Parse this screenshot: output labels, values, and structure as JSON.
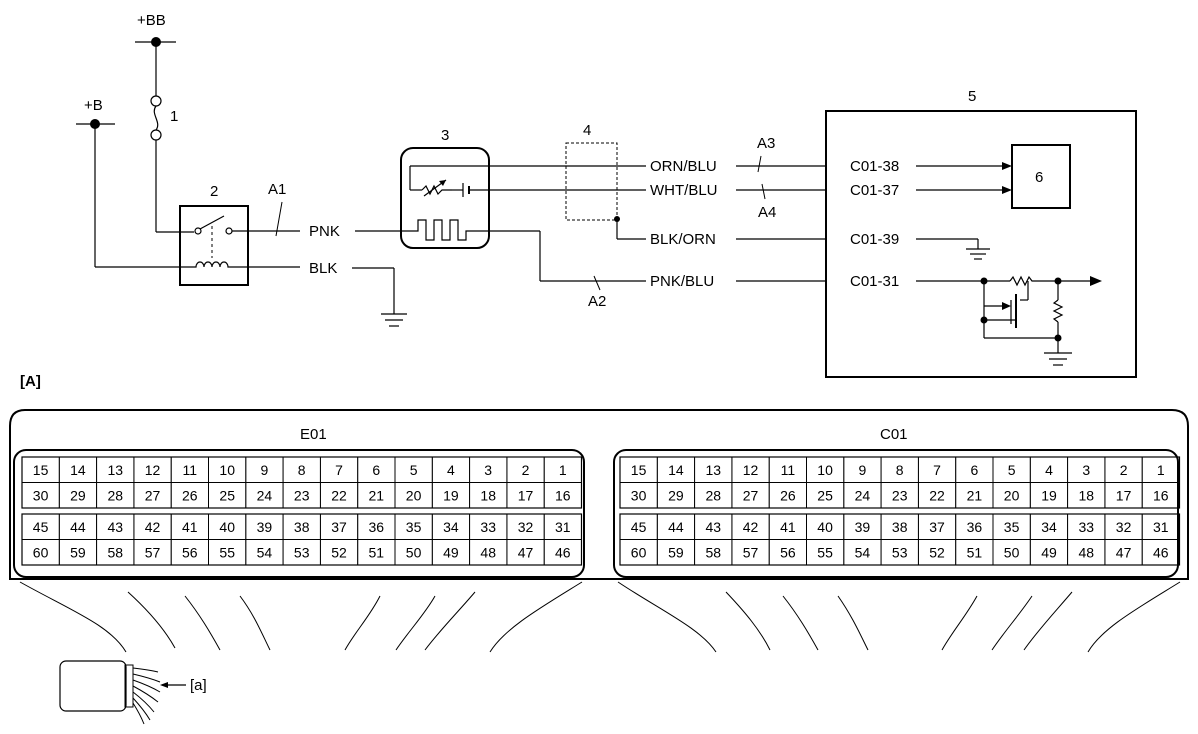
{
  "diagram": {
    "power": {
      "bb": "+BB",
      "b": "+B"
    },
    "components": {
      "fuse": "1",
      "relay": "2",
      "sensor": "3",
      "shield": "4",
      "ecu": "5",
      "ecu_block": "6"
    },
    "wires": {
      "pnk": "PNK",
      "blk": "BLK",
      "orn_blu": "ORN/BLU",
      "wht_blu": "WHT/BLU",
      "blk_orn": "BLK/ORN",
      "pnk_blu": "PNK/BLU"
    },
    "markers": {
      "a1": "A1",
      "a2": "A2",
      "a3": "A3",
      "a4": "A4"
    },
    "terminals": {
      "t38": "C01-38",
      "t37": "C01-37",
      "t39": "C01-39",
      "t31": "C01-31"
    }
  },
  "connector": {
    "section_label": "[A]",
    "left_name": "E01",
    "right_name": "C01",
    "rows": [
      [
        "15",
        "14",
        "13",
        "12",
        "11",
        "10",
        "9",
        "8",
        "7",
        "6",
        "5",
        "4",
        "3",
        "2",
        "1"
      ],
      [
        "30",
        "29",
        "28",
        "27",
        "26",
        "25",
        "24",
        "23",
        "22",
        "21",
        "20",
        "19",
        "18",
        "17",
        "16"
      ],
      [
        "45",
        "44",
        "43",
        "42",
        "41",
        "40",
        "39",
        "38",
        "37",
        "36",
        "35",
        "34",
        "33",
        "32",
        "31"
      ],
      [
        "60",
        "59",
        "58",
        "57",
        "56",
        "55",
        "54",
        "53",
        "52",
        "51",
        "50",
        "49",
        "48",
        "47",
        "46"
      ]
    ],
    "harness_label": "[a]"
  }
}
